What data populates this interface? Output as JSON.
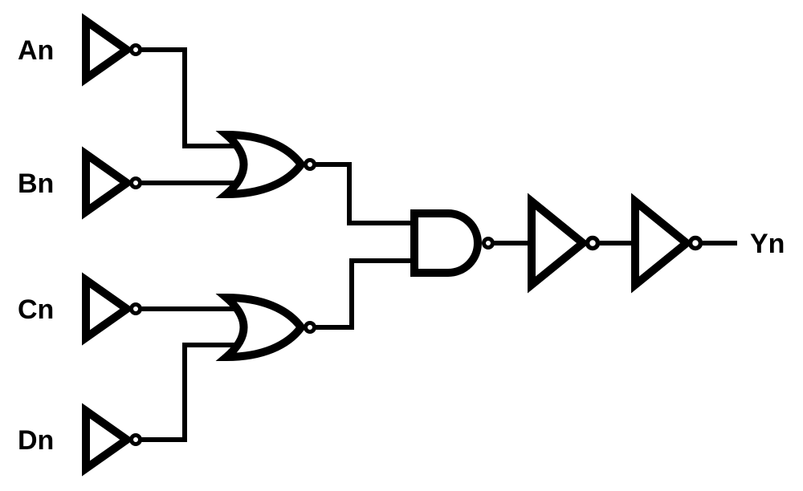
{
  "diagram": {
    "kind": "logic-circuit-schematic",
    "background_color": "#ffffff",
    "line_color": "#000000",
    "inputs": [
      {
        "label": "An",
        "gate": "NOT"
      },
      {
        "label": "Bn",
        "gate": "NOT"
      },
      {
        "label": "Cn",
        "gate": "NOT"
      },
      {
        "label": "Dn",
        "gate": "NOT"
      }
    ],
    "output": {
      "label": "Yn"
    },
    "gates": [
      {
        "name": "inverter-an",
        "type": "NOT",
        "inputs": [
          "An"
        ]
      },
      {
        "name": "inverter-bn",
        "type": "NOT",
        "inputs": [
          "Bn"
        ]
      },
      {
        "name": "inverter-cn",
        "type": "NOT",
        "inputs": [
          "Cn"
        ]
      },
      {
        "name": "inverter-dn",
        "type": "NOT",
        "inputs": [
          "Dn"
        ]
      },
      {
        "name": "nor-upper",
        "type": "NOR",
        "inputs": [
          "inverter-an",
          "inverter-bn"
        ]
      },
      {
        "name": "nor-lower",
        "type": "NOR",
        "inputs": [
          "inverter-cn",
          "inverter-dn"
        ]
      },
      {
        "name": "nand-middle",
        "type": "NAND",
        "inputs": [
          "nor-upper",
          "nor-lower"
        ]
      },
      {
        "name": "inverter-out-1",
        "type": "NOT",
        "inputs": [
          "nand-middle"
        ]
      },
      {
        "name": "inverter-out-2",
        "type": "NOT",
        "inputs": [
          "inverter-out-1"
        ],
        "output": "Yn"
      }
    ]
  }
}
